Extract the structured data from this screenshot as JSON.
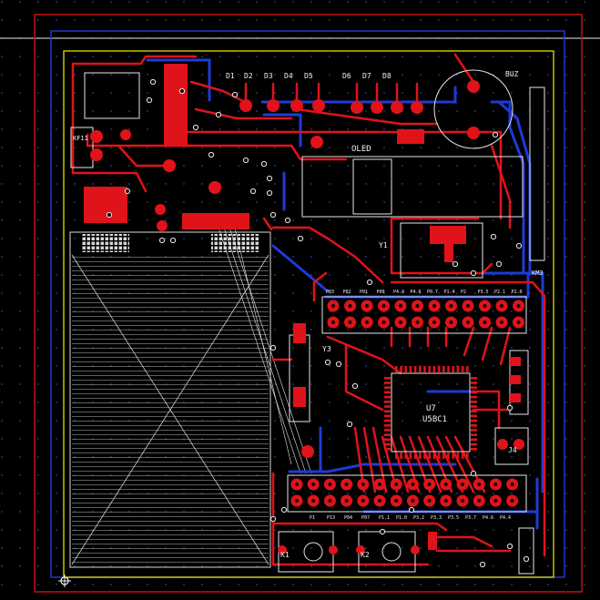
{
  "colors": {
    "background": "#000000",
    "top_copper": "#e0131a",
    "bottom_copper": "#1f3ad6",
    "silkscreen": "#f0f0f0",
    "board_outline": "#e0e000",
    "grid_dot": "#2f3f8f"
  },
  "labels": {
    "buzzer": "BUZ",
    "oled": "OLED",
    "crystal_y1": "Y1",
    "crystal_y3": "Y3",
    "mcu_ref": "U7",
    "mcu_part": "U5BC1",
    "connector_j4": "J4",
    "key_k1": "K1",
    "key_k2": "K2",
    "connector_km": "KM3",
    "header_kf": "KF11",
    "led_refs": [
      "D1",
      "D2",
      "D3",
      "D4",
      "D5",
      "D6",
      "D7",
      "D8"
    ],
    "top_pin_labels": [
      "P03",
      "P02",
      "P01",
      "P00",
      "P4.4",
      "P4.6",
      "P0.7",
      "P1.4",
      "P2",
      "P3.5",
      "P2.1",
      "P2.0"
    ],
    "bottom_pin_labels": [
      "P1",
      "P13",
      "P04",
      "P07",
      "P1.1",
      "P1.0",
      "P3.2",
      "P3.3",
      "P3.5",
      "P3.7",
      "P4.6",
      "P4.4"
    ],
    "key_caps": [
      "K1",
      "K2"
    ]
  }
}
